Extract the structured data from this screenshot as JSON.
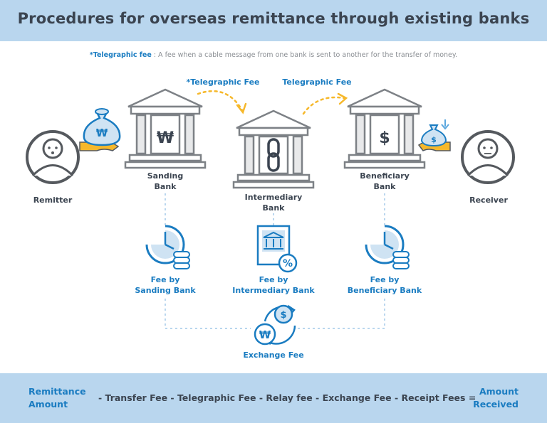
{
  "title": "Procedures for overseas remittance through existing banks",
  "note": {
    "term": "*Telegraphic fee",
    "text": " : A fee when a cable message from one bank is sent to another for the transfer of money."
  },
  "arrows": {
    "left": "*Telegraphic Fee",
    "right": "Telegraphic Fee"
  },
  "actors": {
    "remitter": "Remitter",
    "receiver": "Receiver"
  },
  "banks": {
    "sending": {
      "line1": "Sanding",
      "line2": "Bank"
    },
    "intermediary": {
      "line1": "Intermediary",
      "line2": "Bank"
    },
    "beneficiary": {
      "line1": "Beneficiary",
      "line2": "Bank"
    }
  },
  "fees": {
    "sending": {
      "line1": "Fee by",
      "line2": "Sanding Bank"
    },
    "intermediary": {
      "line1": "Fee by",
      "line2": "Intermediary Bank"
    },
    "beneficiary": {
      "line1": "Fee by",
      "line2": "Beneficiary Bank"
    },
    "exchange": "Exchange Fee"
  },
  "symbols": {
    "won": "₩",
    "dollar": "$",
    "percent": "%"
  },
  "formula": {
    "left1": "Remittance",
    "left2": "Amount",
    "middle": "- Transfer Fee - Telegraphic Fee - Relay fee - Exchange Fee - Receipt Fees  =",
    "right1": "Amount",
    "right2": "Received"
  },
  "colors": {
    "band": "#b9d6ee",
    "accent_blue": "#1a7cc1",
    "accent_yellow": "#f6b82b",
    "dark": "#3b4450",
    "gray": "#9a9da1"
  }
}
